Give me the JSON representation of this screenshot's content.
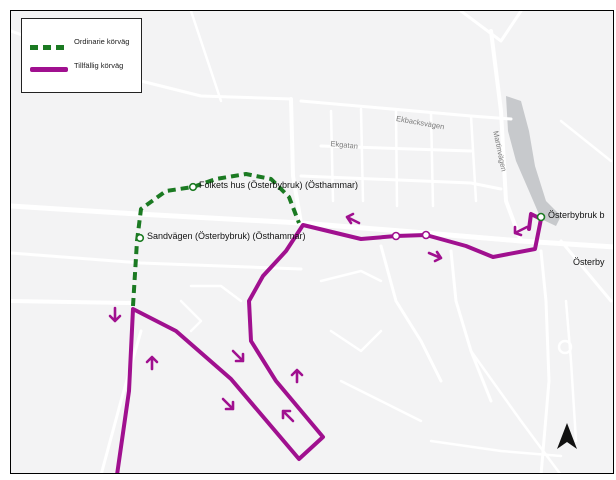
{
  "legend": {
    "regular": "Ordinarie körväg",
    "temporary": "Tillfällig körväg"
  },
  "stops": {
    "folkets_hus": "Folkets hus (Österbybruk) (Östhammar)",
    "sandvagen": "Sandvägen (Österbybruk) (Östhammar)",
    "osterbybruk_b": "Österbybruk b",
    "osterby": "Österby"
  },
  "streets": {
    "ekbacksvagen": "Ekbacksvägen",
    "ekgatan": "Ekgatan",
    "martinvagen": "Martinvägen"
  },
  "colors": {
    "regular_route": "#1b7a22",
    "temporary_route": "#a0108f",
    "roads": "#ffffff",
    "land": "#f3f3f4",
    "water": "#c7c9cc"
  },
  "icons": {
    "north_arrow": "north-arrow-icon"
  }
}
